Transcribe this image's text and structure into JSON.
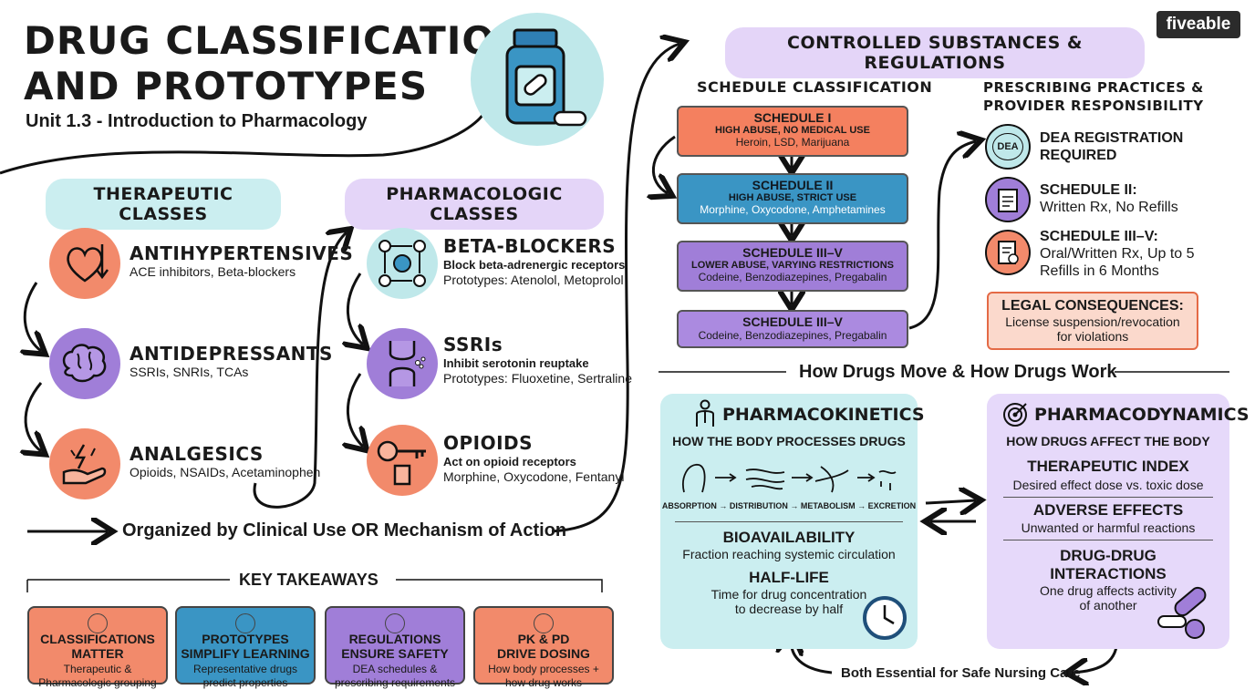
{
  "header": {
    "title_line1": "DRUG CLASSIFICATIONS",
    "title_line2": "AND PROTOTYPES",
    "subtitle": "Unit 1.3 - Introduction to Pharmacology",
    "brand": "fiveable"
  },
  "therapeutic": {
    "heading": "THERAPEUTIC CLASSES",
    "items": [
      {
        "name": "ANTIHYPERTENSIVES",
        "desc": "ACE inhibitors, Beta-blockers"
      },
      {
        "name": "ANTIDEPRESSANTS",
        "desc": "SSRIs, SNRIs, TCAs"
      },
      {
        "name": "ANALGESICS",
        "desc": "Opioids, NSAIDs, Acetaminophen"
      }
    ]
  },
  "pharmacologic": {
    "heading": "PHARMACOLOGIC CLASSES",
    "items": [
      {
        "name": "BETA-BLOCKERS",
        "action": "Block beta-adrenergic receptors",
        "protos": "Prototypes: Atenolol, Metoprolol"
      },
      {
        "name": "SSRIs",
        "action": "Inhibit serotonin reuptake",
        "protos": "Prototypes: Fluoxetine, Sertraline"
      },
      {
        "name": "OPIOIDS",
        "action": "Act on opioid receptors",
        "protos": "Morphine, Oxycodone, Fentanyl"
      }
    ]
  },
  "organized_by": "Organized by Clinical Use OR Mechanism of Action",
  "controlled": {
    "heading": "CONTROLLED SUBSTANCES & REGULATIONS",
    "schedule_heading": "SCHEDULE CLASSIFICATION",
    "schedules": [
      {
        "title": "SCHEDULE I",
        "sub": "HIGH ABUSE, NO MEDICAL USE",
        "drugs": "Heroin, LSD, Marijuana"
      },
      {
        "title": "SCHEDULE II",
        "sub": "HIGH ABUSE, STRICT USE",
        "drugs": "Morphine, Oxycodone, Amphetamines"
      },
      {
        "title": "SCHEDULE III–V",
        "sub": "LOWER ABUSE, VARYING RESTRICTIONS",
        "drugs": "Codeine, Benzodiazepines, Pregabalin"
      },
      {
        "title": "SCHEDULE III–V",
        "sub": "",
        "drugs": "Codeine, Benzodiazepines, Pregabalin"
      }
    ],
    "prescribing_heading_1": "PRESCRIBING PRACTICES &",
    "prescribing_heading_2": "PROVIDER RESPONSIBILITY",
    "dea_badge": "DEA",
    "prescribing": [
      {
        "line1": "DEA REGISTRATION",
        "line2": "REQUIRED"
      },
      {
        "line1": "SCHEDULE II:",
        "line2": "Written Rx, No Refills"
      },
      {
        "line1": "SCHEDULE III–V:",
        "line2": "Oral/Written Rx, Up to 5",
        "line3": "Refills in 6 Months"
      }
    ],
    "legal_title": "LEGAL CONSEQUENCES:",
    "legal_line1": "License suspension/revocation",
    "legal_line2": "for violations"
  },
  "how_drugs": "How Drugs Move & How Drugs Work",
  "pk": {
    "title": "PHARMACOKINETICS",
    "subtitle": "HOW THE BODY PROCESSES DRUGS",
    "flow": "ABSORPTION → DISTRIBUTION → METABOLISM → EXCRETION",
    "items": [
      {
        "title": "BIOAVAILABILITY",
        "line1": "Fraction reaching systemic circulation"
      },
      {
        "title": "HALF-LIFE",
        "line1": "Time for drug concentration",
        "line2": "to decrease by half"
      }
    ]
  },
  "pd": {
    "title": "PHARMACODYNAMICS",
    "subtitle": "HOW DRUGS AFFECT THE BODY",
    "items": [
      {
        "title": "THERAPEUTIC INDEX",
        "line1": "Desired effect dose vs. toxic dose"
      },
      {
        "title": "ADVERSE EFFECTS",
        "line1": "Unwanted or harmful reactions"
      },
      {
        "title1": "DRUG-DRUG",
        "title2": "INTERACTIONS",
        "line1": "One drug affects activity",
        "line2": "of another"
      }
    ]
  },
  "both_essential": "Both Essential for Safe Nursing Care",
  "takeaways": {
    "heading": "KEY TAKEAWAYS",
    "cards": [
      {
        "t1": "CLASSIFICATIONS",
        "t2": "MATTER",
        "d1": "Therapeutic &",
        "d2": "Pharmacologic grouping",
        "color": "#f28a6b"
      },
      {
        "t1": "PROTOTYPES",
        "t2": "SIMPLIFY LEARNING",
        "d1": "Representative drugs",
        "d2": "predict properties",
        "color": "#3a95c4"
      },
      {
        "t1": "REGULATIONS",
        "t2": "ENSURE SAFETY",
        "d1": "DEA schedules &",
        "d2": "prescribing requirements",
        "color": "#a07ed8"
      },
      {
        "t1": "PK & PD",
        "t2": "DRIVE DOSING",
        "d1": "How body processes +",
        "d2": "how drug works",
        "color": "#f28a6b"
      }
    ]
  }
}
